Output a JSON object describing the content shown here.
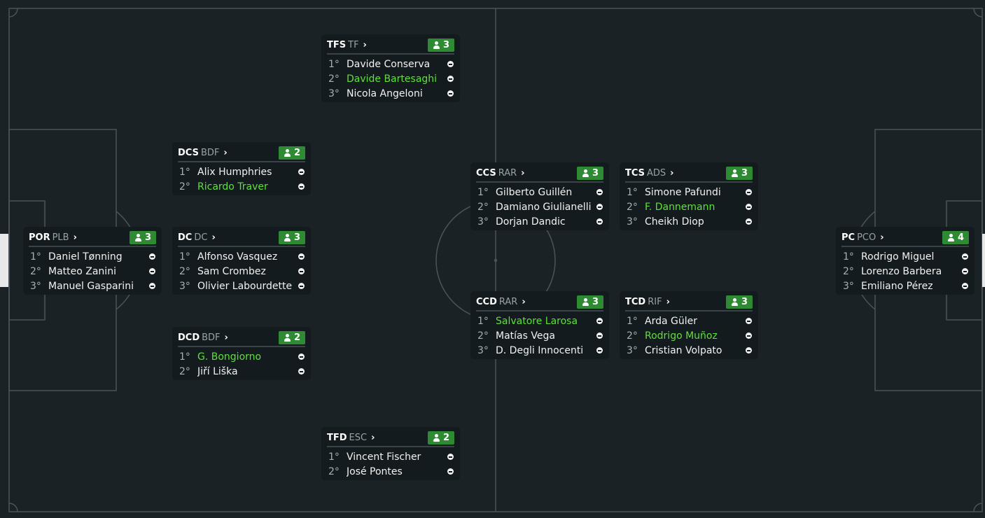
{
  "colors": {
    "pitch": "#1a2226",
    "lines": "#4a5458",
    "card": "#141b1e",
    "badge": "#2e8b34",
    "highlight_text": "#5ee03a"
  },
  "positions": [
    {
      "id": "tfs",
      "code": "TFS",
      "role": "TF",
      "count": "3",
      "players": [
        {
          "rank": "1°",
          "name": "Davide Conserva",
          "hl": false
        },
        {
          "rank": "2°",
          "name": "Davide Bartesaghi",
          "hl": true
        },
        {
          "rank": "3°",
          "name": "Nicola Angeloni",
          "hl": false
        }
      ]
    },
    {
      "id": "dcs",
      "code": "DCS",
      "role": "BDF",
      "count": "2",
      "players": [
        {
          "rank": "1°",
          "name": "Alix Humphries",
          "hl": false
        },
        {
          "rank": "2°",
          "name": "Ricardo Traver",
          "hl": true
        }
      ]
    },
    {
      "id": "ccs",
      "code": "CCS",
      "role": "RAR",
      "count": "3",
      "players": [
        {
          "rank": "1°",
          "name": "Gilberto Guillén",
          "hl": false
        },
        {
          "rank": "2°",
          "name": "Damiano Giulianelli",
          "hl": false
        },
        {
          "rank": "3°",
          "name": "Dorjan Dandic",
          "hl": false
        }
      ]
    },
    {
      "id": "tcs",
      "code": "TCS",
      "role": "ADS",
      "count": "3",
      "players": [
        {
          "rank": "1°",
          "name": "Simone Pafundi",
          "hl": false
        },
        {
          "rank": "2°",
          "name": "F. Dannemann",
          "hl": true
        },
        {
          "rank": "3°",
          "name": "Cheikh Diop",
          "hl": false
        }
      ]
    },
    {
      "id": "por",
      "code": "POR",
      "role": "PLB",
      "count": "3",
      "players": [
        {
          "rank": "1°",
          "name": "Daniel Tønning",
          "hl": false
        },
        {
          "rank": "2°",
          "name": "Matteo Zanini",
          "hl": false
        },
        {
          "rank": "3°",
          "name": "Manuel Gasparini",
          "hl": false
        }
      ]
    },
    {
      "id": "dc",
      "code": "DC",
      "role": "DC",
      "count": "3",
      "players": [
        {
          "rank": "1°",
          "name": "Alfonso Vasquez",
          "hl": false
        },
        {
          "rank": "2°",
          "name": "Sam Crombez",
          "hl": false
        },
        {
          "rank": "3°",
          "name": "Olivier Labourdette",
          "hl": false
        }
      ]
    },
    {
      "id": "pc",
      "code": "PC",
      "role": "PCO",
      "count": "4",
      "players": [
        {
          "rank": "1°",
          "name": "Rodrigo Miguel",
          "hl": false
        },
        {
          "rank": "2°",
          "name": "Lorenzo Barbera",
          "hl": false
        },
        {
          "rank": "3°",
          "name": "Emiliano Pérez",
          "hl": false
        }
      ]
    },
    {
      "id": "ccd",
      "code": "CCD",
      "role": "RAR",
      "count": "3",
      "players": [
        {
          "rank": "1°",
          "name": "Salvatore Larosa",
          "hl": true
        },
        {
          "rank": "2°",
          "name": "Matías Vega",
          "hl": false
        },
        {
          "rank": "3°",
          "name": "D. Degli Innocenti",
          "hl": false
        }
      ]
    },
    {
      "id": "tcd",
      "code": "TCD",
      "role": "RIF",
      "count": "3",
      "players": [
        {
          "rank": "1°",
          "name": "Arda Güler",
          "hl": false
        },
        {
          "rank": "2°",
          "name": "Rodrigo Muñoz",
          "hl": true
        },
        {
          "rank": "3°",
          "name": "Cristian Volpato",
          "hl": false
        }
      ]
    },
    {
      "id": "dcd",
      "code": "DCD",
      "role": "BDF",
      "count": "2",
      "players": [
        {
          "rank": "1°",
          "name": "G. Bongiorno",
          "hl": true
        },
        {
          "rank": "2°",
          "name": "Jiří Liška",
          "hl": false
        }
      ]
    },
    {
      "id": "tfd",
      "code": "TFD",
      "role": "ESC",
      "count": "2",
      "players": [
        {
          "rank": "1°",
          "name": "Vincent Fischer",
          "hl": false
        },
        {
          "rank": "2°",
          "name": "José Pontes",
          "hl": false
        }
      ]
    }
  ]
}
